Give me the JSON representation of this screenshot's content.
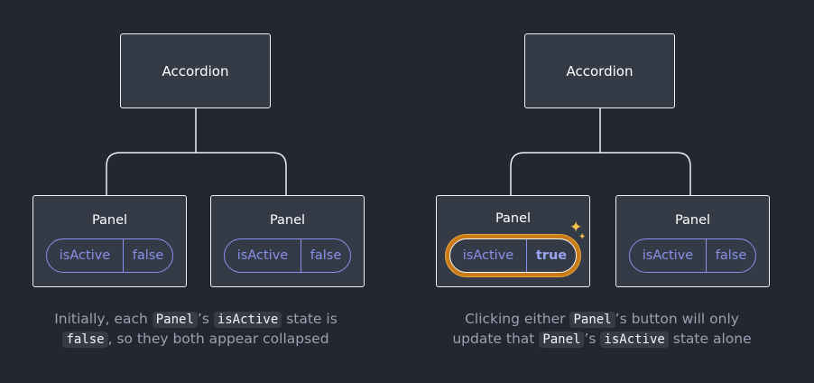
{
  "left": {
    "root_label": "Accordion",
    "panels": [
      {
        "title": "Panel",
        "key": "isActive",
        "value": "false"
      },
      {
        "title": "Panel",
        "key": "isActive",
        "value": "false"
      }
    ],
    "caption": {
      "line1_pre": "Initially, each ",
      "line1_code1": "Panel",
      "line1_mid": "’s ",
      "line1_code2": "isActive",
      "line1_post": " state is",
      "line2_code": "false",
      "line2_post": ", so they both appear collapsed"
    }
  },
  "right": {
    "root_label": "Accordion",
    "panels": [
      {
        "title": "Panel",
        "key": "isActive",
        "value": "true"
      },
      {
        "title": "Panel",
        "key": "isActive",
        "value": "false"
      }
    ],
    "caption": {
      "line1_pre": "Clicking either ",
      "line1_code": "Panel",
      "line1_post": "’s button will only",
      "line2_pre": "update that ",
      "line2_code1": "Panel",
      "line2_mid": "’s ",
      "line2_code2": "isActive",
      "line2_post": " state alone"
    }
  },
  "colors": {
    "background": "#23272f",
    "box": "#343a46",
    "accent": "#8891ec",
    "highlight": "#c97b17",
    "sparkle": "#f6c14a"
  },
  "icons": [
    "sparkle-icon"
  ]
}
